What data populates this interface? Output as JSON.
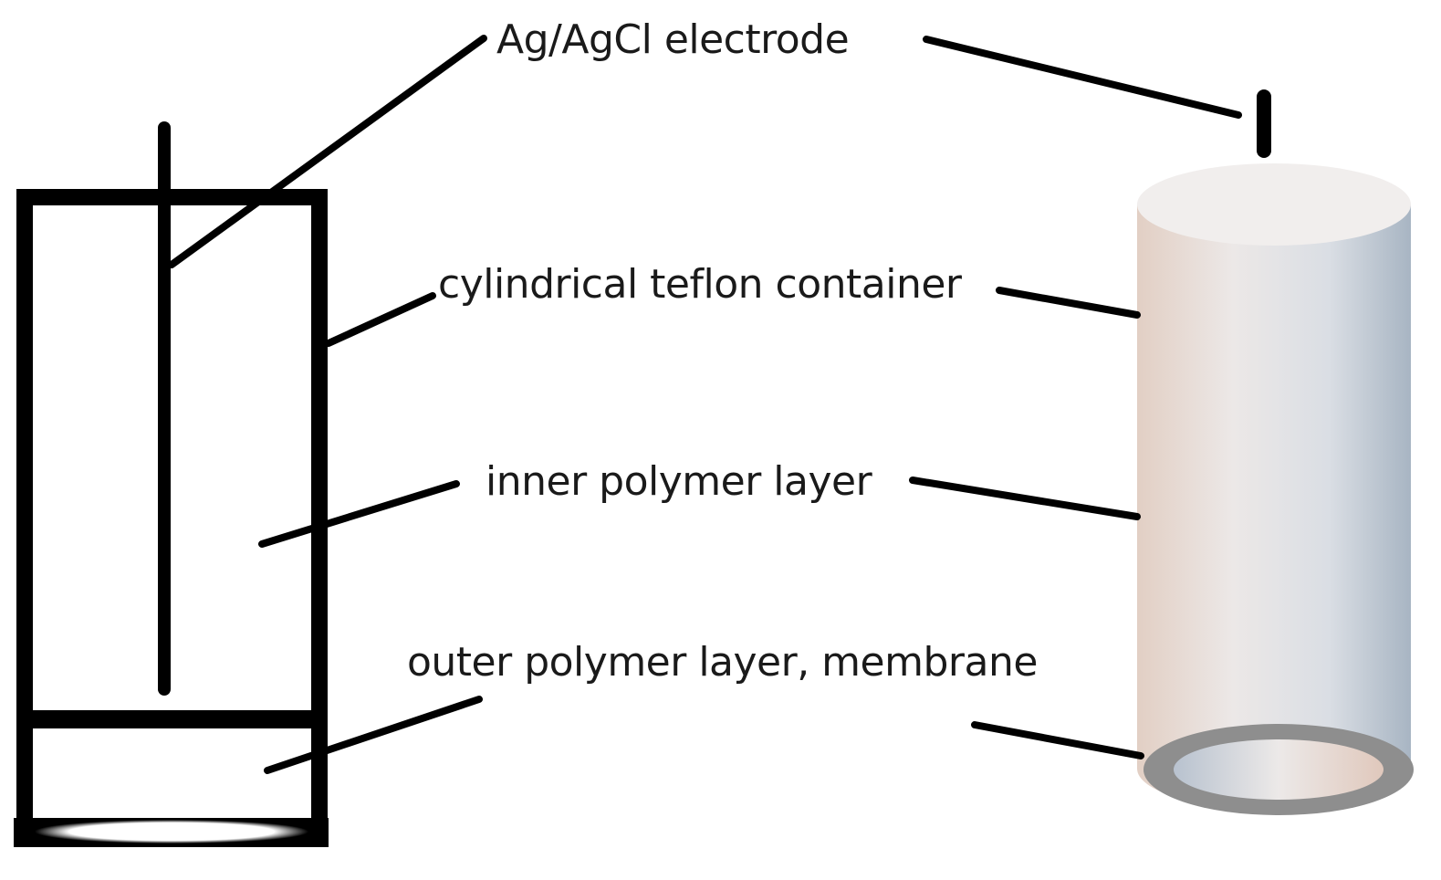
{
  "labels": {
    "electrode": "Ag/AgCl electrode",
    "container": "cylindrical teflon container",
    "inner_layer": "inner polymer layer",
    "outer_layer": "outer polymer layer, membrane"
  },
  "colors": {
    "line": "#000000",
    "text": "#1a1a1a",
    "cylinder_warm": "#e2d0c6",
    "cylinder_mid": "#e9e6e8",
    "cylinder_cool": "#a9b6c4",
    "cylinder_rim": "#8c8c8c"
  }
}
